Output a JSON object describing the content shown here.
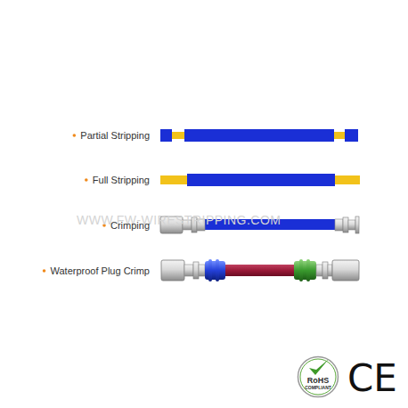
{
  "diagram": {
    "nodes": [
      {
        "text": [
          "RoHS",
          "COMPLIANT"
        ]
      }
    ],
    "labels": [
      "Partial Stripping",
      "Full Stripping",
      "Crimping",
      "Waterproof Plug Crimp",
      "WWW.FW-WIRESTRIPPING.COM",
      "CE"
    ]
  }
}
